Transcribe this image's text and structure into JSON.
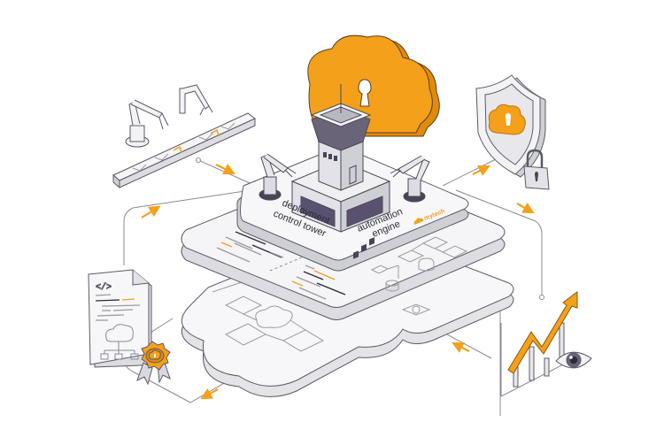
{
  "illustration": {
    "subject": "Cloud automation platform isometric illustration",
    "platform_labels": {
      "deployment_line1": "deployment",
      "deployment_line2": "control tower",
      "automation_line1": "automation",
      "automation_line2": "engine",
      "brand": "mytech"
    },
    "document_code_tag": "</>",
    "colors": {
      "accent_orange": "#F5A01A",
      "accent_orange_dark": "#E08A0E",
      "outline": "#5a5a66",
      "light_gray": "#f3f3f5",
      "mid_gray": "#d8d8de",
      "dark_slate": "#4a4458",
      "screen_purple": "#5a5170"
    },
    "icons": [
      "robot-arm-icon",
      "conveyor-belt-icon",
      "cloud-lock-icon",
      "control-tower-icon",
      "shield-cloud-lock-icon",
      "padlock-icon",
      "code-document-icon",
      "certificate-badge-icon",
      "growth-chart-icon",
      "eye-icon",
      "flow-diagram-icon",
      "database-icon"
    ]
  }
}
